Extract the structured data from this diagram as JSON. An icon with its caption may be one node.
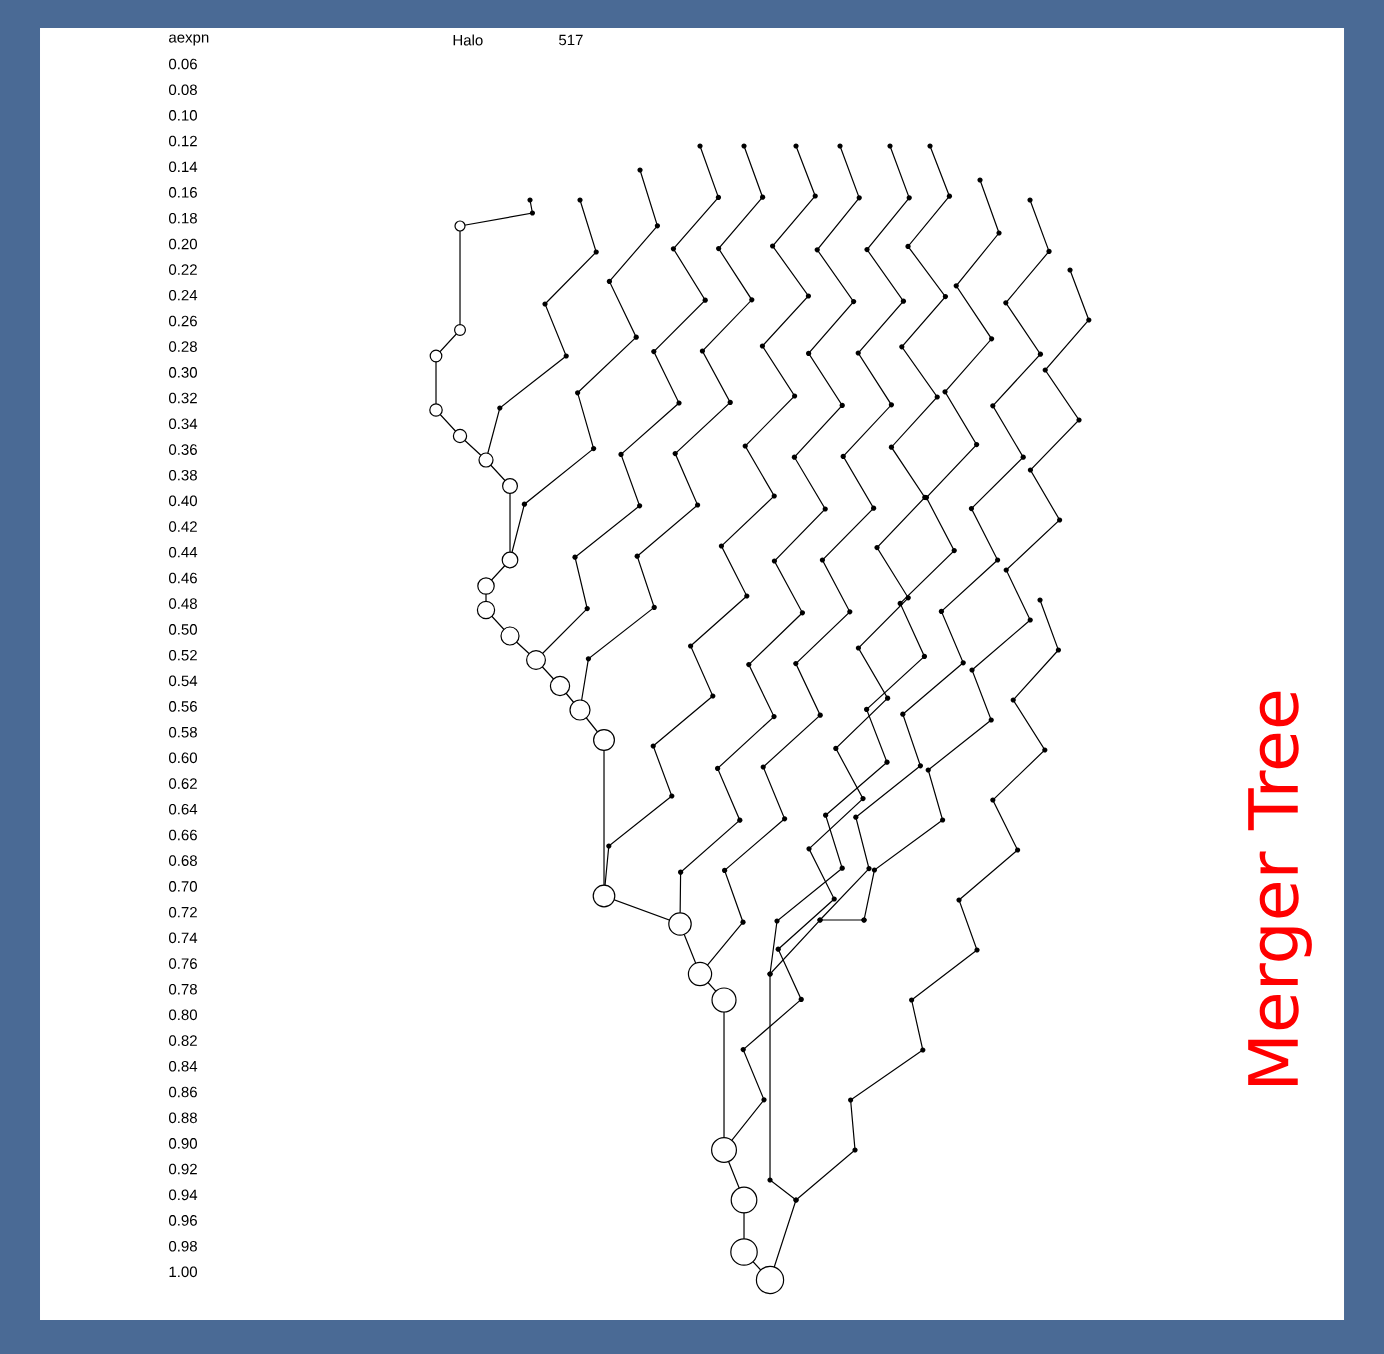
{
  "diagram": {
    "title": "Merger Tree",
    "labels": [
      "aexpn",
      "Halo",
      "517",
      "0.06",
      "0.08",
      "0.10",
      "0.12",
      "0.14",
      "0.16",
      "0.18",
      "0.20",
      "0.22",
      "0.24",
      "0.26",
      "0.28",
      "0.30",
      "0.32",
      "0.34",
      "0.36",
      "0.38",
      "0.40",
      "0.42",
      "0.44",
      "0.46",
      "0.48",
      "0.50",
      "0.52",
      "0.54",
      "0.56",
      "0.58",
      "0.60",
      "0.62",
      "0.64",
      "0.66",
      "0.68",
      "0.70",
      "0.72",
      "0.74",
      "0.76",
      "0.78",
      "0.80",
      "0.82",
      "0.84",
      "0.86",
      "0.88",
      "0.90",
      "0.92",
      "0.94",
      "0.96",
      "0.98",
      "1.00"
    ]
  }
}
